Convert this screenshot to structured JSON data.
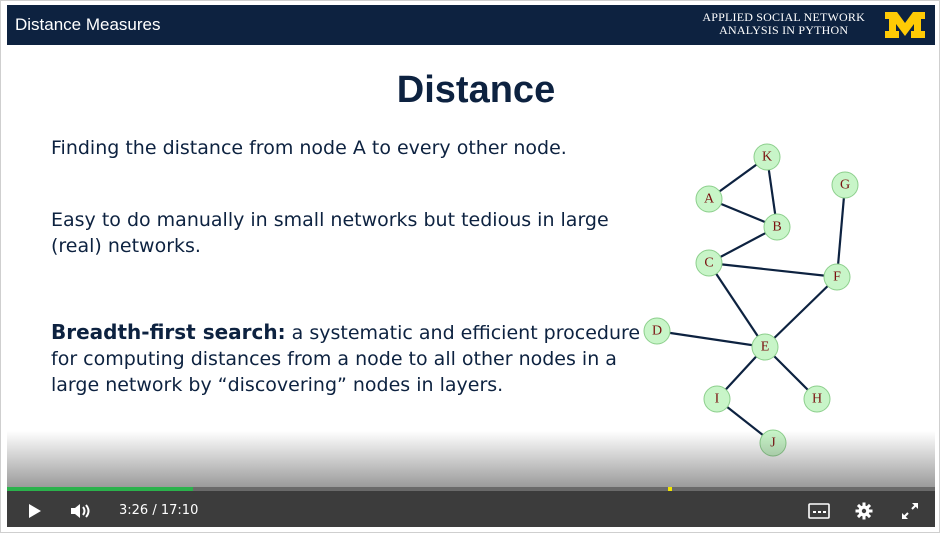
{
  "header": {
    "title": "Distance Measures",
    "course_line1": "APPLIED SOCIAL NETWORK",
    "course_line2": "ANALYSIS IN PYTHON",
    "logo_letter": "M"
  },
  "slide": {
    "title": "Distance",
    "paragraph1": "Finding the distance from node A to every other node.",
    "paragraph2": "Easy to do manually in small networks but tedious in large (real) networks.",
    "paragraph3_bold": "Breadth-first search:",
    "paragraph3_rest": " a systematic and efficient procedure for computing distances from a node to all other nodes in a large network by “discovering” nodes in layers."
  },
  "graph": {
    "nodes": [
      "K",
      "G",
      "A",
      "B",
      "C",
      "F",
      "D",
      "E",
      "I",
      "H",
      "J"
    ],
    "edges": [
      [
        "A",
        "K"
      ],
      [
        "A",
        "B"
      ],
      [
        "K",
        "B"
      ],
      [
        "B",
        "C"
      ],
      [
        "C",
        "F"
      ],
      [
        "C",
        "E"
      ],
      [
        "G",
        "F"
      ],
      [
        "F",
        "E"
      ],
      [
        "D",
        "E"
      ],
      [
        "E",
        "I"
      ],
      [
        "E",
        "H"
      ],
      [
        "I",
        "J"
      ]
    ]
  },
  "player": {
    "current_time": "3:26",
    "separator": "/",
    "duration": "17:10",
    "progress_fraction": 0.2,
    "marker_fraction": 0.712,
    "icons": [
      "play-icon",
      "volume-icon",
      "captions-icon",
      "settings-gear-icon",
      "fullscreen-icon"
    ]
  },
  "colors": {
    "header_bg": "#0d2240",
    "text_navy": "#0d2240",
    "maize": "#ffcb05",
    "node_fill": "#c8f5c8",
    "node_stroke": "#8ccf8c",
    "edge": "#0d2240",
    "progress": "#2bb24c",
    "marker": "#f2e600"
  }
}
